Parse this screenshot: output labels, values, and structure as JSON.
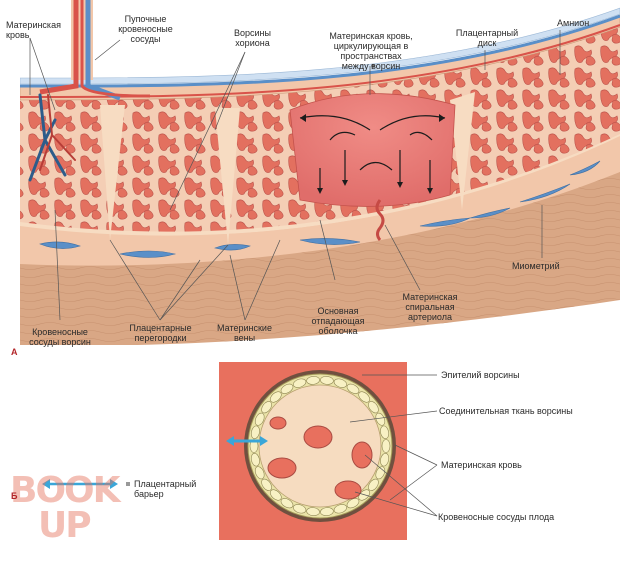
{
  "figure": {
    "panel_a": "А",
    "panel_b": "Б"
  },
  "labels_a": {
    "maternal_blood": "Материнская\nкровь",
    "umbilical_vessels": "Пупочные\nкровеносные\nсосуды",
    "chorionic_villi": "Ворсины\nхориона",
    "maternal_blood_circulating": "Материнская кровь,\nциркулирующая в\nпространствах\nмежду ворсин",
    "placental_disc": "Плацентарный\nдиск",
    "amnion": "Амнион",
    "myometrium": "Миометрий",
    "villus_vessels": "Кровеносные\nсосуды ворсин",
    "placental_septa": "Плацентарные\nперегородки",
    "maternal_veins": "Материнские\nвены",
    "decidua_basalis": "Основная\nотпадающая\nоболочка",
    "spiral_artery": "Материнская\nспиральная\nартериола"
  },
  "labels_b": {
    "villus_epithelium": "Эпителий ворсины",
    "villus_connective": "Соединительная ткань ворсины",
    "maternal_blood": "Материнская кровь",
    "fetal_vessels": "Кровеносные сосуды плода",
    "placental_barrier": "Плацентарный\nбарьер"
  },
  "watermark": {
    "line1": "BOOK",
    "line2": "UP"
  },
  "colors": {
    "maternal_blood": "#e8705e",
    "villus_tissue": "#f6dcc0",
    "vessel_blue": "#5a8fc8",
    "vessel_red": "#d9534a",
    "myometrium": "#d9a785",
    "barrier_arrow": "#3aa6d8"
  }
}
